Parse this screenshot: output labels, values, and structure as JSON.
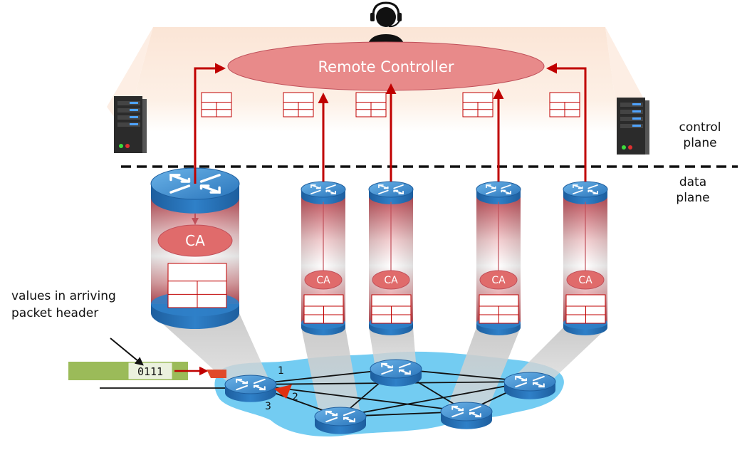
{
  "controller": {
    "label": "Remote Controller"
  },
  "planes": {
    "control": [
      "control",
      "plane"
    ],
    "data": [
      "data",
      "plane"
    ]
  },
  "annotation": {
    "lines": [
      "values in arriving",
      "packet header"
    ]
  },
  "packet": {
    "value": "0111"
  },
  "ports": [
    "1",
    "2",
    "3"
  ],
  "agent": {
    "label": "CA"
  },
  "colors": {
    "arrow": "#c00000",
    "controller_fill": "#e88a8a",
    "router_blue": "#2f80c8",
    "network_cloud": "#5bc3f0",
    "packet_green": "#9bbb59",
    "control_band": "#fbe5d6"
  },
  "icons": [
    "operator-headset-icon",
    "server-left-icon",
    "server-right-icon",
    "router-icon"
  ]
}
